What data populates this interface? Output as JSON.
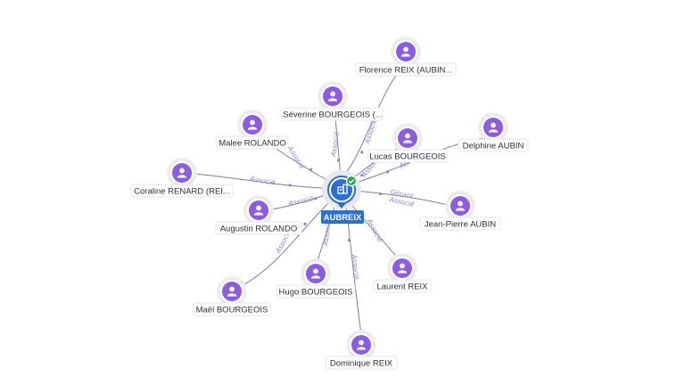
{
  "center": {
    "label": "AUBREIX",
    "icon": "company-building-icon",
    "badge_icon": "verified-check-icon",
    "color": "#2a6fd8"
  },
  "node_color": "#8b5ce6",
  "edge_label_color": "#8e7fd6",
  "persons": [
    {
      "id": "florence-reix",
      "label": "Florence REIX (AUBIN...",
      "roles": [
        "Associé"
      ]
    },
    {
      "id": "severine-bourgeois",
      "label": "Séverine BOURGEOIS (...",
      "roles": [
        "Associé"
      ]
    },
    {
      "id": "malee-rolando",
      "label": "Malee ROLANDO",
      "roles": [
        "Associé"
      ]
    },
    {
      "id": "delphine-aubin",
      "label": "Delphine AUBIN",
      "roles": [
        "Associé"
      ]
    },
    {
      "id": "lucas-bourgeois",
      "label": "Lucas BOURGEOIS",
      "roles": [
        "Associé"
      ]
    },
    {
      "id": "coraline-renard",
      "label": "Coraline RENARD (REI...",
      "roles": [
        "Associé"
      ]
    },
    {
      "id": "augustin-rolando",
      "label": "Augustin ROLANDO",
      "roles": [
        "Associé"
      ]
    },
    {
      "id": "jean-pierre-aubin",
      "label": "Jean-Pierre AUBIN",
      "roles": [
        "Gérant",
        "Associé"
      ]
    },
    {
      "id": "mael-bourgeois",
      "label": "Maël BOURGEOIS",
      "roles": [
        "Associé"
      ]
    },
    {
      "id": "hugo-bourgeois",
      "label": "Hugo BOURGEOIS",
      "roles": [
        "Associé"
      ]
    },
    {
      "id": "laurent-reix",
      "label": "Laurent REIX",
      "roles": [
        "Associé"
      ]
    },
    {
      "id": "dominique-reix",
      "label": "Dominique REIX",
      "roles": [
        "Associé"
      ]
    }
  ]
}
